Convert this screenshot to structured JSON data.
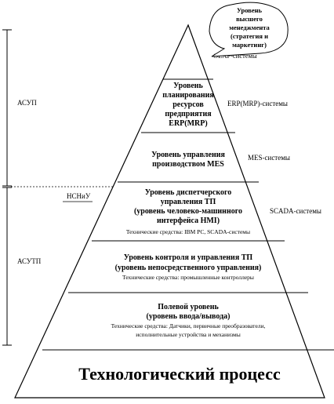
{
  "levels": [
    {
      "id": "top",
      "lines": [],
      "system": "OLAP-системы"
    },
    {
      "id": "erp",
      "lines": [
        "Уровень",
        "планирования",
        "ресурсов",
        "предприятия",
        "ERP(MRP)"
      ],
      "system": "ERP(MRP)-системы"
    },
    {
      "id": "mes",
      "lines": [
        "Уровень управления",
        "производством MES"
      ],
      "system": "MES-системы"
    },
    {
      "id": "scada",
      "lines": [
        "Уровень диспетчерского",
        "управления ТП",
        "(уровень человеко-машинного",
        "интерфейса HMI)"
      ],
      "tech": "Технические средства: IBM PC, SCADA-системы",
      "system": "SCADA-системы"
    },
    {
      "id": "control",
      "lines": [
        "Уровень контроля и управления ТП",
        "(уровень непосредственного управления)"
      ],
      "tech": "Технические средства: промышленные контроллеры"
    },
    {
      "id": "field",
      "lines": [
        "Полевой уровень",
        "(уровень ввода/вывода)"
      ],
      "tech_lines": [
        "Технические средства: Датчики, первичные преобразователи,",
        "исполнительные устройства и механизмы"
      ]
    }
  ],
  "base": {
    "label": "Технологический процесс"
  },
  "callout": {
    "lines": [
      "Уровень",
      "высшего",
      "менеджмента",
      "(стратегия и",
      "маркетинг)"
    ]
  },
  "side": {
    "upper": "АСУП",
    "lower": "АСУТП",
    "mid": "НСНиУ"
  }
}
